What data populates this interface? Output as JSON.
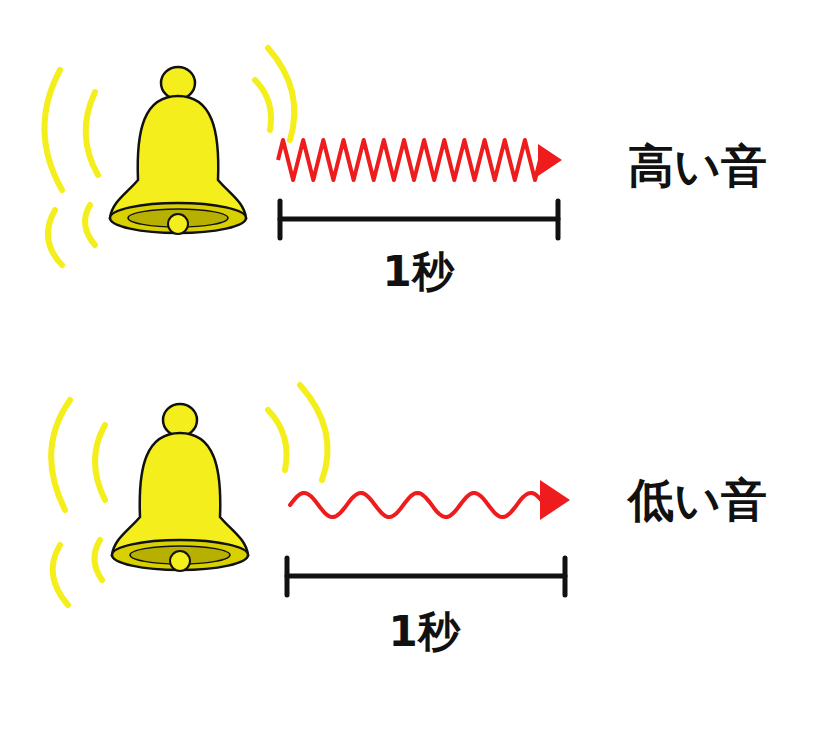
{
  "diagram": {
    "labels": [
      "高い音",
      "1秒",
      "低い音",
      "1秒"
    ]
  }
}
